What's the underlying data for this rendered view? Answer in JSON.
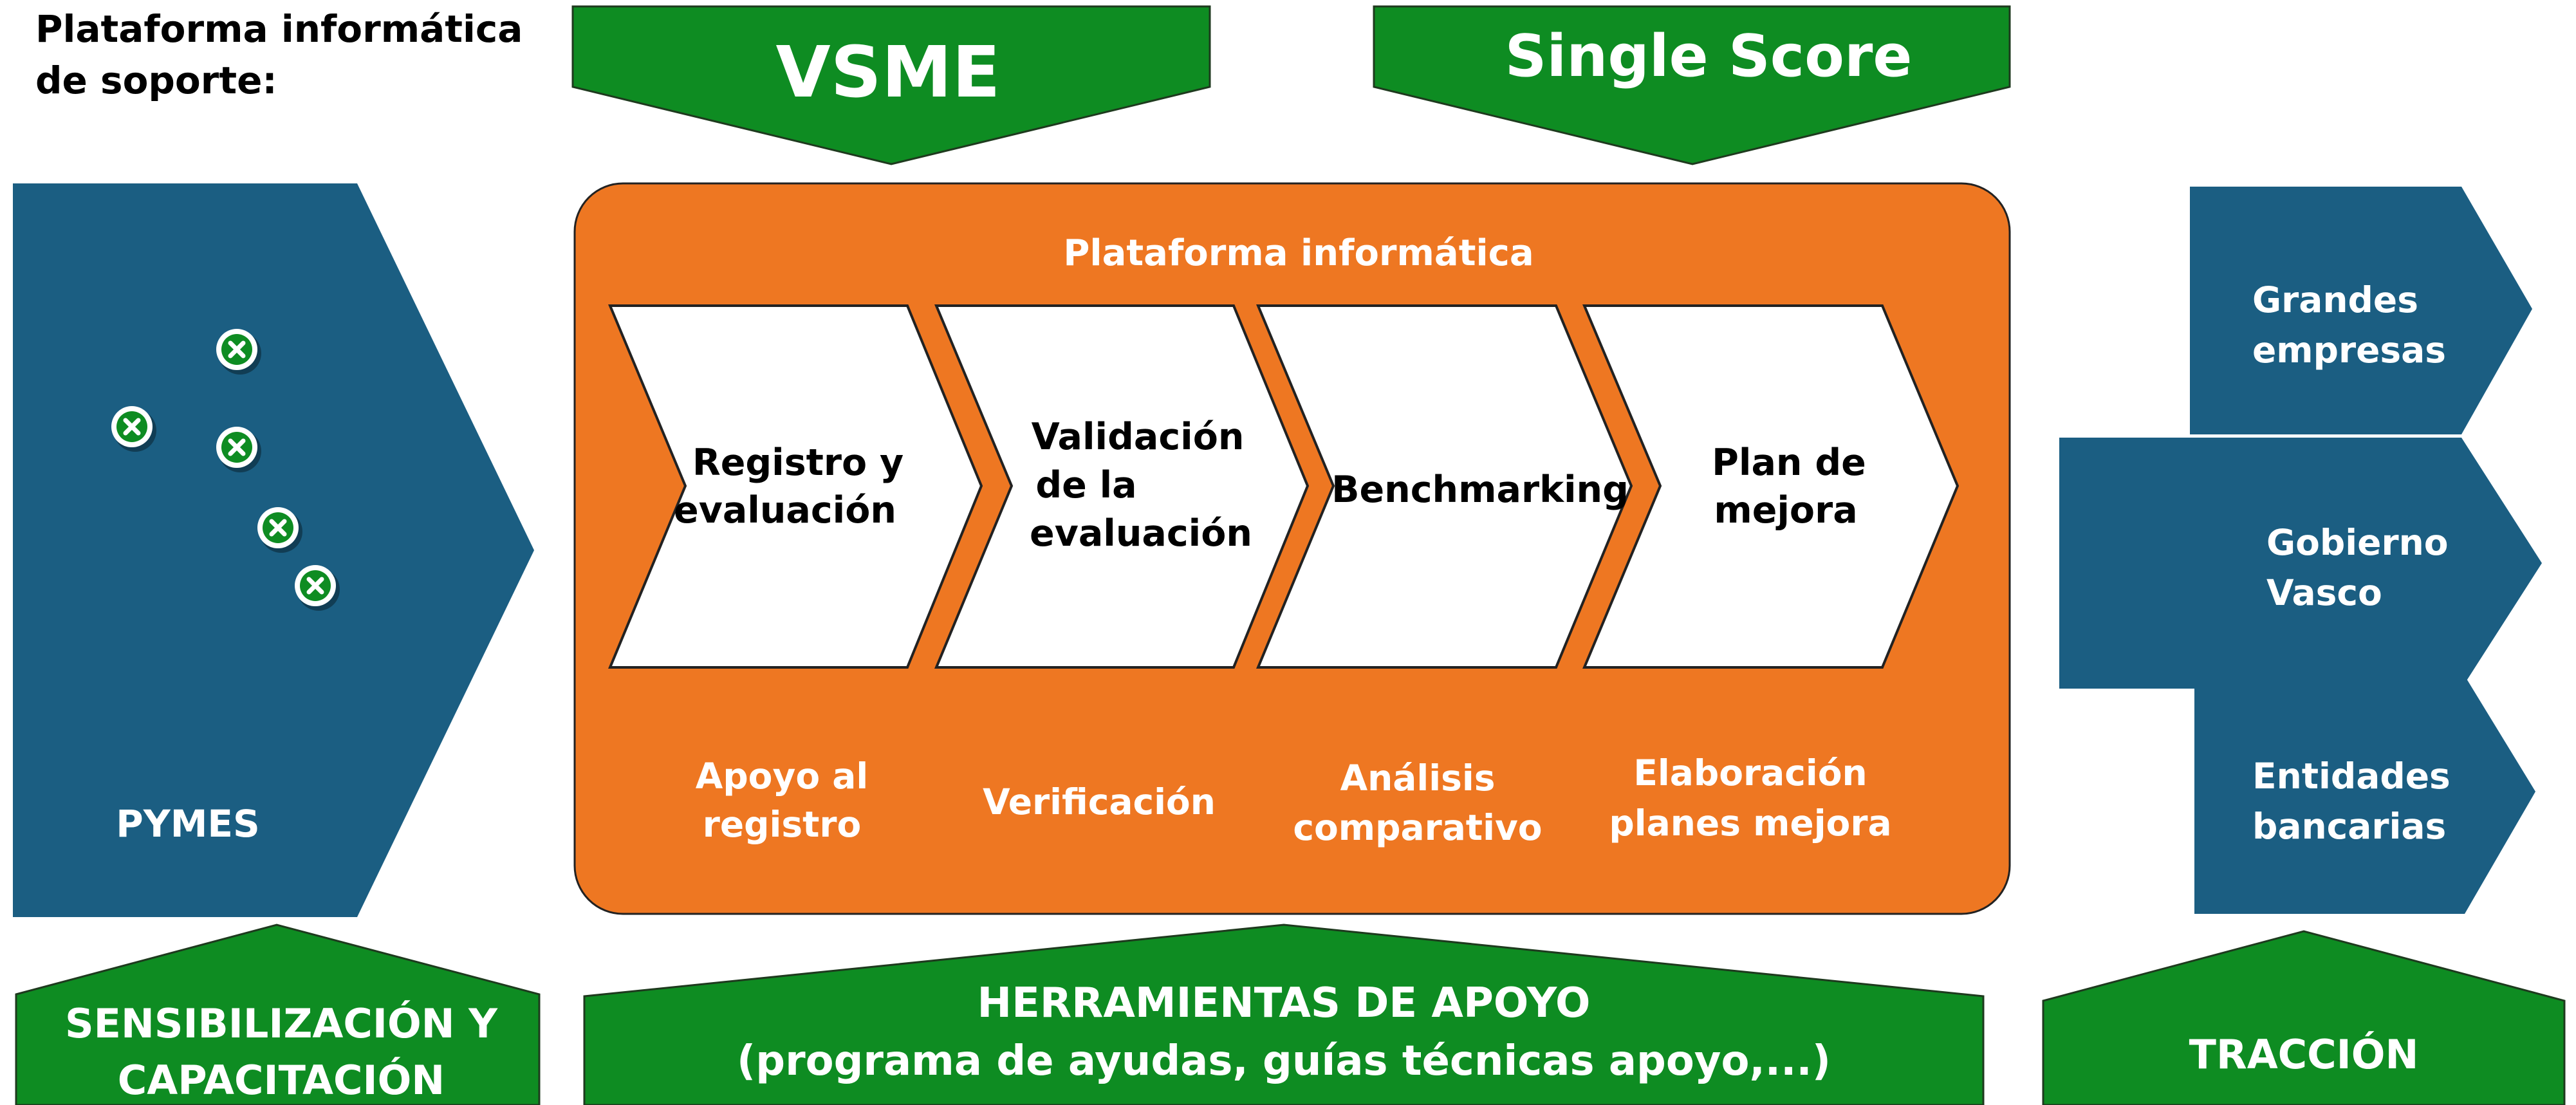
{
  "header": {
    "platform_label_line1": "Plataforma informática",
    "platform_label_line2": "de soporte:",
    "vsme": "VSME",
    "single_score": "Single Score"
  },
  "pymes": {
    "label": "PYMES",
    "marker_icon": "check-x-circle-icon",
    "marker_count": 5
  },
  "platform": {
    "title": "Plataforma informática",
    "steps": [
      {
        "lines": [
          "Registro y",
          "evaluación"
        ],
        "caption": [
          "Apoyo al",
          "registro"
        ]
      },
      {
        "lines": [
          "Validación",
          "de la",
          "evaluación"
        ],
        "caption": [
          "Verificación"
        ]
      },
      {
        "lines": [
          "Benchmarking"
        ],
        "caption": [
          "Análisis",
          "comparativo"
        ]
      },
      {
        "lines": [
          "Plan de",
          "mejora"
        ],
        "caption": [
          "Elaboración",
          "planes mejora"
        ]
      }
    ]
  },
  "targets": {
    "grandes": [
      "Grandes",
      "empresas"
    ],
    "gobierno": [
      "Gobierno",
      "Vasco"
    ],
    "bancarias": [
      "Entidades",
      "bancarias"
    ]
  },
  "bottom": {
    "sensibilizacion": [
      "SENSIBILIZACIÓN Y",
      "CAPACITACIÓN"
    ],
    "herramientas": [
      "HERRAMIENTAS DE APOYO",
      "(programa de ayudas, guías técnicas apoyo,...)"
    ],
    "traccion": "TRACCIÓN"
  },
  "colors": {
    "green": "#0E8C22",
    "blue": "#1B5E82",
    "orange": "#EE7722",
    "white": "#FFFFFF",
    "black": "#000000"
  }
}
